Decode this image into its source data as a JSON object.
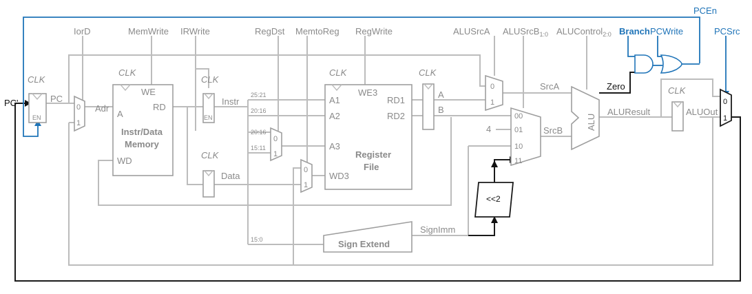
{
  "controls": {
    "iord": "IorD",
    "memwrite": "MemWrite",
    "irwrite": "IRWrite",
    "regdst": "RegDst",
    "memtoreg": "MemtoReg",
    "regwrite": "RegWrite",
    "alusrca": "ALUSrcA",
    "alusrcb": "ALUSrcB",
    "alusrcb_sub": "1:0",
    "alucontrol": "ALUControl",
    "alucontrol_sub": "2:0",
    "branch": "Branch",
    "pcwrite": "PCWrite",
    "pcen": "PCEn",
    "pcsrc": "PCSrc"
  },
  "clk": "CLK",
  "en": "EN",
  "signals": {
    "pc_prime": "PC'",
    "pc": "PC",
    "adr": "Adr",
    "instr": "Instr",
    "data": "Data",
    "a": "A",
    "b": "B",
    "srca": "SrcA",
    "srcb": "SrcB",
    "zero": "Zero",
    "aluresult": "ALUResult",
    "aluout": "ALUOut",
    "signimm": "SignImm",
    "four": "4"
  },
  "bitfields": {
    "f25_21": "25:21",
    "f20_16": "20:16",
    "f20_16b": "20:16",
    "f15_11": "15:11",
    "f15_0": "15:0"
  },
  "memory": {
    "we": "WE",
    "a": "A",
    "rd": "RD",
    "wd": "WD",
    "title1": "Instr/Data",
    "title2": "Memory"
  },
  "regfile": {
    "we3": "WE3",
    "a1": "A1",
    "a2": "A2",
    "a3": "A3",
    "wd3": "WD3",
    "rd1": "RD1",
    "rd2": "RD2",
    "title1": "Register",
    "title2": "File"
  },
  "alu": {
    "label": "ALU"
  },
  "shift": {
    "label": "<<2"
  },
  "signext": {
    "label": "Sign Extend"
  },
  "mux_inputs": {
    "zero": "0",
    "one": "1",
    "s00": "00",
    "s01": "01",
    "s10": "10",
    "s11": "11"
  }
}
